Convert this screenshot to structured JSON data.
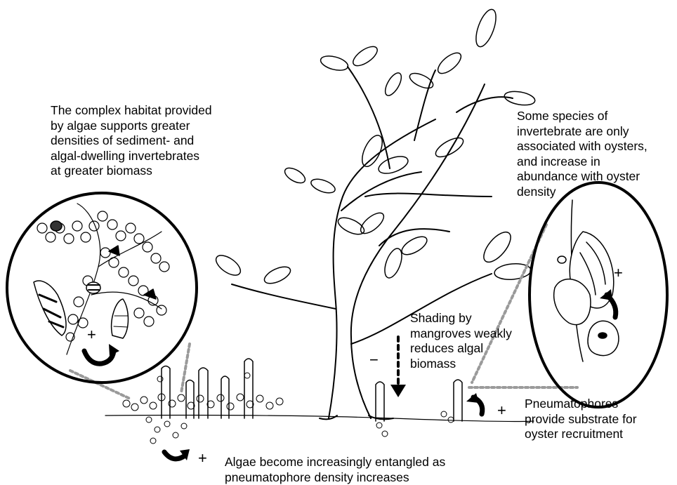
{
  "annotations": {
    "algae_habitat": [
      "The complex habitat provided",
      "by algae supports greater",
      "densities of sediment- and",
      "algal-dwelling invertebrates",
      "at greater biomass"
    ],
    "oyster_invertebrates": [
      "Some species of",
      "invertebrate are only",
      "associated with oysters,",
      "and increase in",
      "abundance with oyster",
      "density"
    ],
    "shading": [
      "Shading by",
      "mangroves weakly",
      "reduces algal",
      "biomass"
    ],
    "pneumatophores": [
      "Pneumatophores",
      "provide substrate for",
      "oyster recruitment"
    ],
    "entanglement": [
      "Algae become increasingly entangled as",
      "pneumatophore density increases"
    ]
  },
  "signs": {
    "algae_circle": "+",
    "oyster_ellipse": "+",
    "shading": "−",
    "pneumatophore": "+",
    "entanglement": "+"
  }
}
